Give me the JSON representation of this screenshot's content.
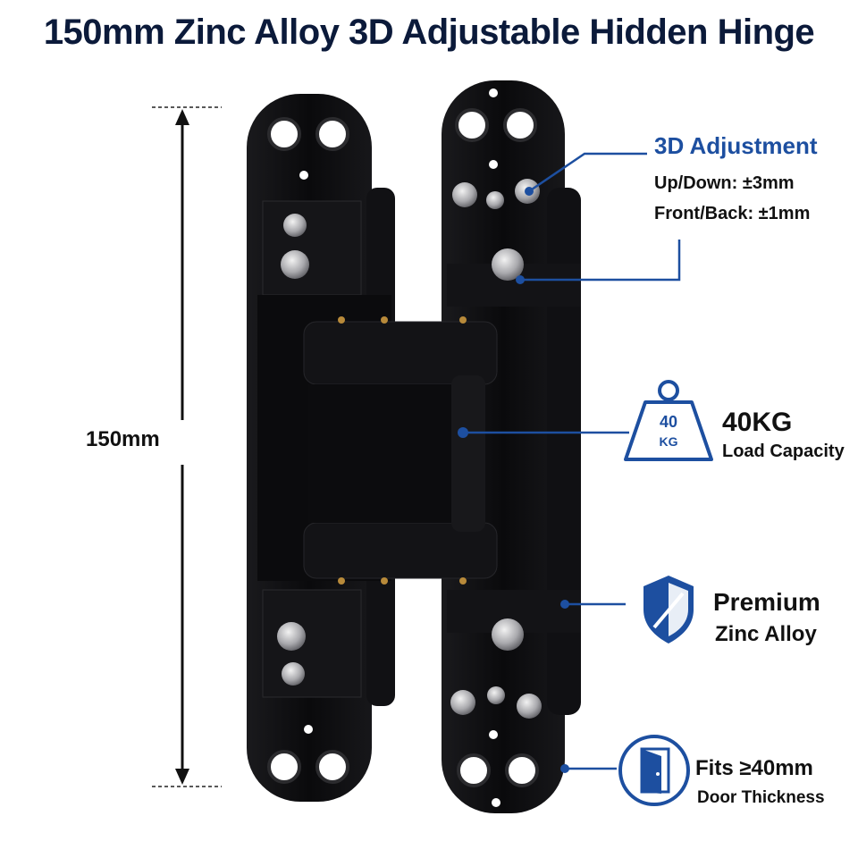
{
  "title": "150mm Zinc Alloy 3D Adjustable Hidden Hinge",
  "dimension_label": "150mm",
  "features": {
    "adjustment": {
      "title": "3D Adjustment",
      "line1": "Up/Down: ±3mm",
      "line2": "Front/Back: ±1mm"
    },
    "load": {
      "icon_top": "40",
      "icon_bottom": "KG",
      "title": "40KG",
      "subtitle": "Load Capacity"
    },
    "material": {
      "title": "Premium",
      "subtitle": "Zinc Alloy"
    },
    "door": {
      "title": "Fits ≥40mm",
      "subtitle": "Door Thickness"
    }
  },
  "colors": {
    "accent": "#1d4fa0",
    "title": "#0b1a3a",
    "hinge": "#0d0d0f"
  }
}
